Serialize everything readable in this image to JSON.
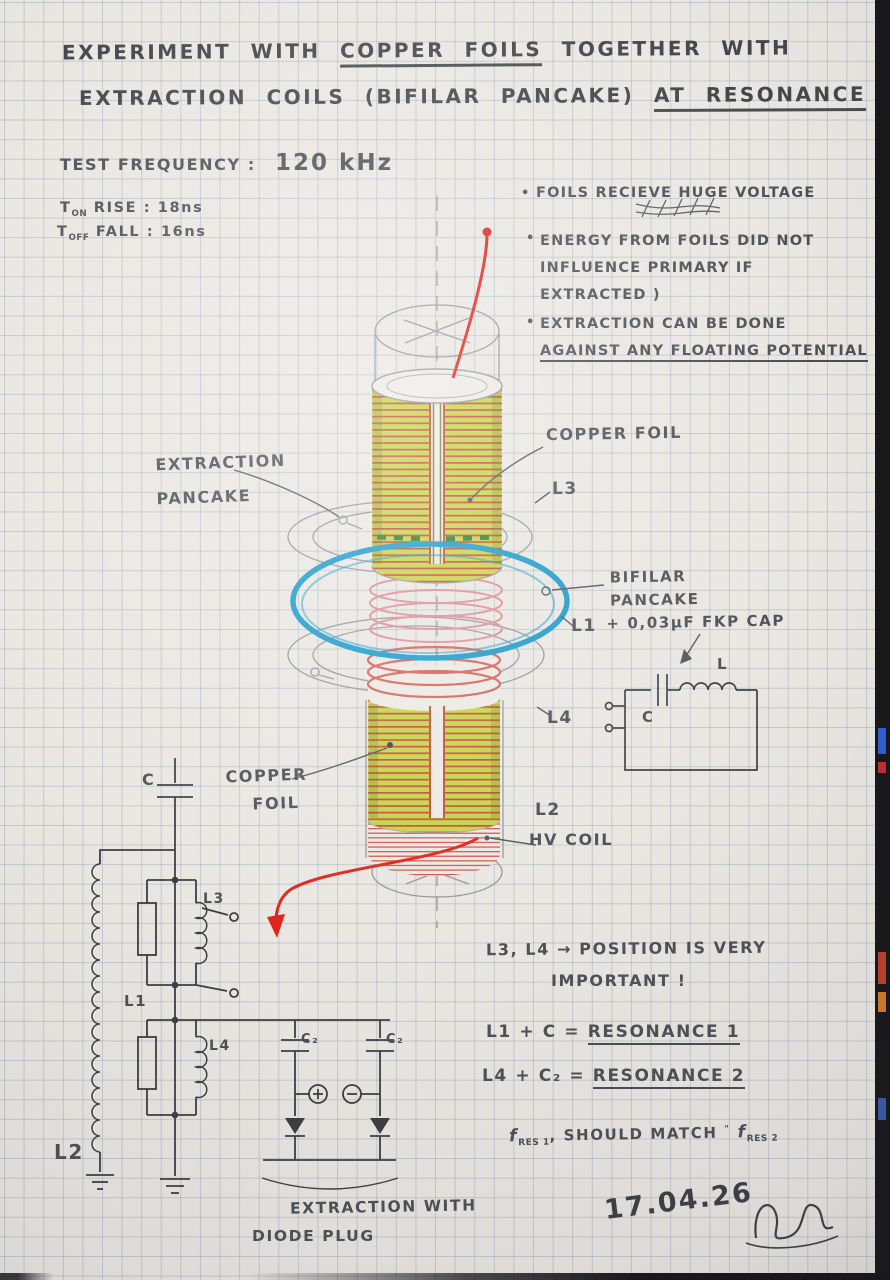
{
  "title": {
    "l1_pre": "EXPERIMENT WITH",
    "l1_underlined": "COPPER FOILS",
    "l1_post": "TOGETHER WITH",
    "l2_pre": "EXTRACTION COILS (BIFILAR PANCAKE)",
    "l2_underlined": "AT RESONANCE"
  },
  "test": {
    "freq_label": "TEST FREQUENCY :",
    "freq_value": "120 kHz",
    "ton_t": "T",
    "ton_sub": "ON",
    "ton_rest": " RISE : 18ns",
    "toff_t": "T",
    "toff_sub": "OFF",
    "toff_rest": " FALL : 16ns"
  },
  "notes": {
    "bullet": "•",
    "n1": "FOILS RECIEVE HUGE VOLTAGE",
    "n2_l1": "ENERGY FROM FOILS DID NOT",
    "n2_l2": "INFLUENCE PRIMARY IF",
    "n2_l3": "EXTRACTED )",
    "n3_l1": "EXTRACTION CAN BE DONE",
    "n3_l2": "AGAINST ANY FLOATING POTENTIAL"
  },
  "labels": {
    "extraction_l1": "EXTRACTION",
    "extraction_l2": "PANCAKE",
    "copper_foil_top": "COPPER FOIL",
    "l3": "L3",
    "bifilar_l1": "BIFILAR",
    "bifilar_l2": "PANCAKE",
    "bifilar_l3": "+ 0,03μF FKP CAP",
    "l1": "L1",
    "l4": "L4",
    "l2": "L2",
    "hv_coil": "HV COIL",
    "copper_l1": "COPPER",
    "copper_l2": "FOIL",
    "cap_c": "C",
    "ind_l": "L"
  },
  "circuit": {
    "c": "C",
    "l3": "L3",
    "l1": "L1",
    "l4": "L4",
    "l2": "L2",
    "c2_left": "C₂",
    "c2_right": "C₂",
    "caption_l1": "EXTRACTION WITH",
    "caption_l2": "DIODE PLUG"
  },
  "conclusions": {
    "pos_l1": "L3, L4 → POSITION IS VERY",
    "pos_l2": "IMPORTANT !",
    "res1_lhs": "L1 + C =",
    "res1_rhs": "RESONANCE 1",
    "res2_lhs": "L4 + C₂ =",
    "res2_rhs": "RESONANCE 2",
    "match_f": "f",
    "match_sub1": "RES 1",
    "match_mid": ", SHOULD MATCH",
    "match_quote": "\"",
    "match_sub2": "RES 2"
  },
  "date": "17.04.26"
}
